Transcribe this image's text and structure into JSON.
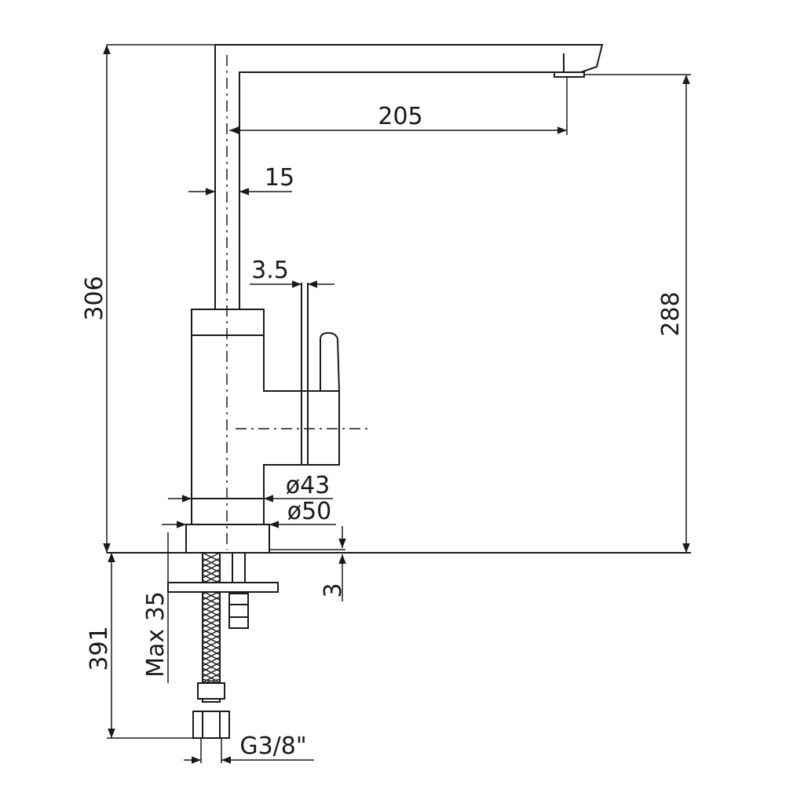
{
  "dimensions": {
    "spout_reach": "205",
    "spout_thickness": "15",
    "handle_offset": "3.5",
    "total_height": "306",
    "spout_height": "288",
    "inner_diameter": "ø43",
    "base_diameter": "ø50",
    "base_plate": "3",
    "max_counter_thickness": "Max 35",
    "hose_length": "391",
    "thread": "G3/8\""
  }
}
